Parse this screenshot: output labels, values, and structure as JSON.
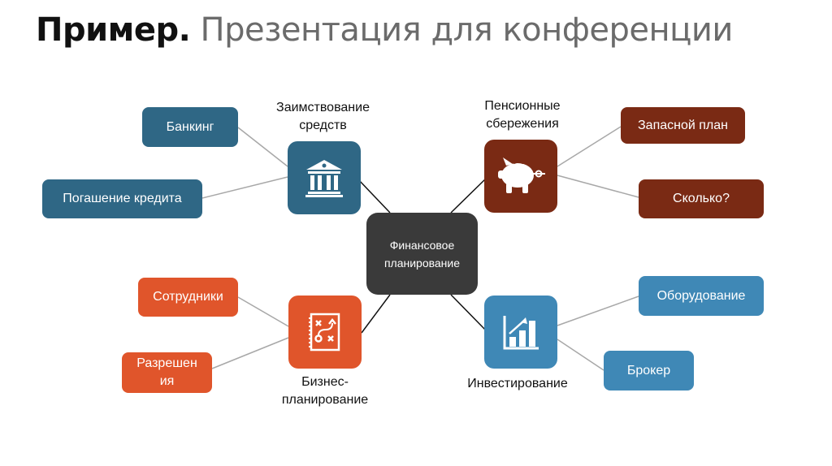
{
  "title": {
    "lead": "Пример.",
    "rest": "Презентация для конференции"
  },
  "colors": {
    "blue_dark": "#2f6785",
    "blue_light": "#3f88b6",
    "brown": "#7a2a14",
    "orange": "#e0552b",
    "center": "#3a3a3a"
  },
  "center": {
    "label": "Финансовое планирование"
  },
  "hubs": {
    "borrowing": {
      "label": "Заимствование средств",
      "icon": "bank-icon"
    },
    "pension": {
      "label": "Пенсионные сбережения",
      "icon": "piggy-bank-icon"
    },
    "business": {
      "label": "Бизнес-планирование",
      "icon": "strategy-board-icon"
    },
    "investing": {
      "label": "Инвестирование",
      "icon": "growth-chart-icon"
    }
  },
  "leaves": {
    "banking": "Банкинг",
    "loan_repayment": "Погашение кредита",
    "backup_plan": "Запасной план",
    "how_much": "Сколько?",
    "employees": "Сотрудники",
    "permits": "Разрешения",
    "equipment": "Оборудование",
    "broker": "Брокер"
  }
}
